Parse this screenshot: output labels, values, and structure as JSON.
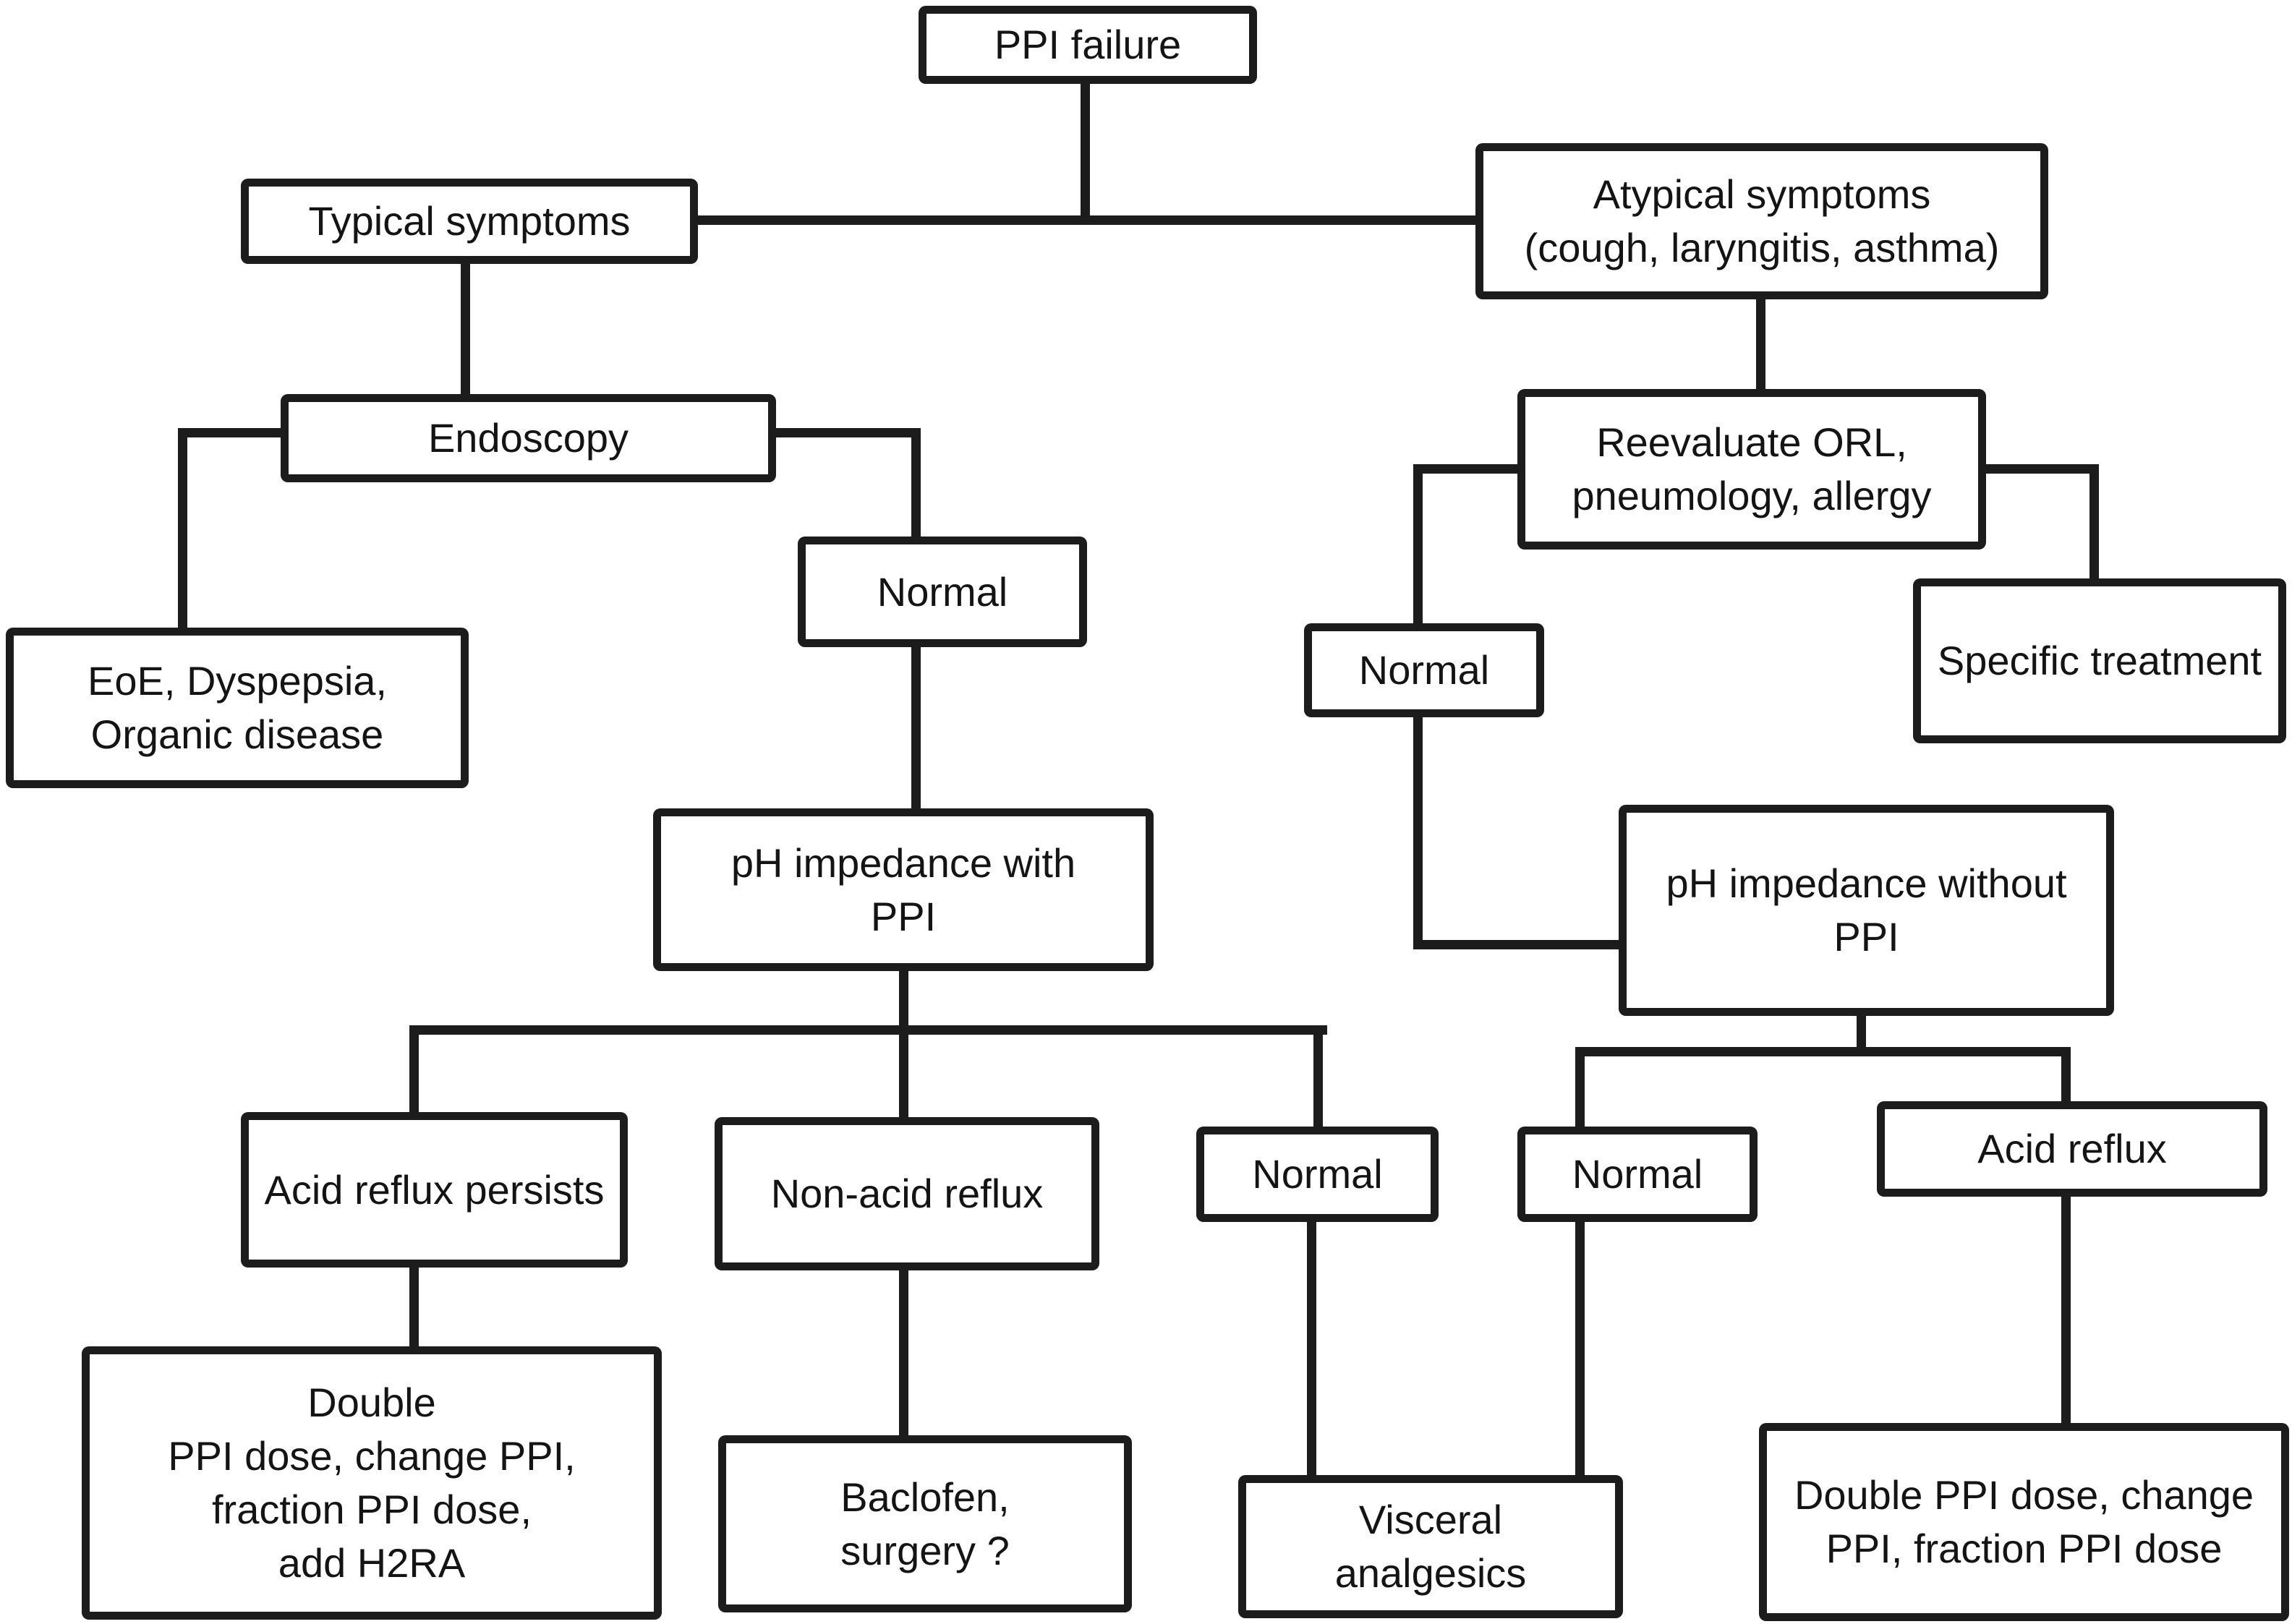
{
  "diagram": {
    "type": "flowchart",
    "root_label": "PPI failure",
    "line_color": "#1c1c1c",
    "box_background": "#ffffff"
  },
  "nodes": {
    "ppi_failure": {
      "label": "PPI failure"
    },
    "typical_symptoms": {
      "label": "Typical symptoms"
    },
    "atypical_symptoms": {
      "label": "Atypical symptoms\n(cough, laryngitis, asthma)"
    },
    "endoscopy": {
      "label": "Endoscopy"
    },
    "eoe_dyspepsia": {
      "label": "EoE, Dyspepsia,\nOrganic disease"
    },
    "normal_endoscopy": {
      "label": "Normal"
    },
    "ph_impedance_with_ppi": {
      "label": "pH impedance with\nPPI"
    },
    "reevaluate_orl": {
      "label": "Reevaluate ORL,\npneumology, allergy"
    },
    "normal_orl": {
      "label": "Normal"
    },
    "specific_treatment": {
      "label": "Specific treatment"
    },
    "ph_impedance_without_ppi": {
      "label": "pH impedance without\nPPI"
    },
    "acid_reflux_persists": {
      "label": "Acid reflux persists"
    },
    "non_acid_reflux": {
      "label": "Non-acid reflux"
    },
    "normal_with_ppi": {
      "label": "Normal"
    },
    "normal_without_ppi": {
      "label": "Normal"
    },
    "acid_reflux": {
      "label": "Acid reflux"
    },
    "double_ppi_h2ra": {
      "label": "Double\nPPI dose, change PPI,\nfraction PPI dose,\nadd H2RA"
    },
    "baclofen_surgery": {
      "label": "Baclofen,\nsurgery ?"
    },
    "visceral_analgesics": {
      "label": "Visceral\nanalgesics"
    },
    "double_ppi_fraction": {
      "label": "Double PPI dose, change\nPPI, fraction PPI dose"
    }
  },
  "edges": [
    {
      "from": "ppi_failure",
      "to": "typical_symptoms"
    },
    {
      "from": "ppi_failure",
      "to": "atypical_symptoms"
    },
    {
      "from": "typical_symptoms",
      "to": "endoscopy"
    },
    {
      "from": "endoscopy",
      "to": "eoe_dyspepsia"
    },
    {
      "from": "endoscopy",
      "to": "normal_endoscopy"
    },
    {
      "from": "normal_endoscopy",
      "to": "ph_impedance_with_ppi"
    },
    {
      "from": "ph_impedance_with_ppi",
      "to": "acid_reflux_persists"
    },
    {
      "from": "ph_impedance_with_ppi",
      "to": "non_acid_reflux"
    },
    {
      "from": "ph_impedance_with_ppi",
      "to": "normal_with_ppi"
    },
    {
      "from": "acid_reflux_persists",
      "to": "double_ppi_h2ra"
    },
    {
      "from": "non_acid_reflux",
      "to": "baclofen_surgery"
    },
    {
      "from": "normal_with_ppi",
      "to": "visceral_analgesics"
    },
    {
      "from": "atypical_symptoms",
      "to": "reevaluate_orl"
    },
    {
      "from": "reevaluate_orl",
      "to": "normal_orl"
    },
    {
      "from": "reevaluate_orl",
      "to": "specific_treatment"
    },
    {
      "from": "normal_orl",
      "to": "ph_impedance_without_ppi"
    },
    {
      "from": "ph_impedance_without_ppi",
      "to": "normal_without_ppi"
    },
    {
      "from": "ph_impedance_without_ppi",
      "to": "acid_reflux"
    },
    {
      "from": "normal_without_ppi",
      "to": "visceral_analgesics"
    },
    {
      "from": "acid_reflux",
      "to": "double_ppi_fraction"
    }
  ]
}
